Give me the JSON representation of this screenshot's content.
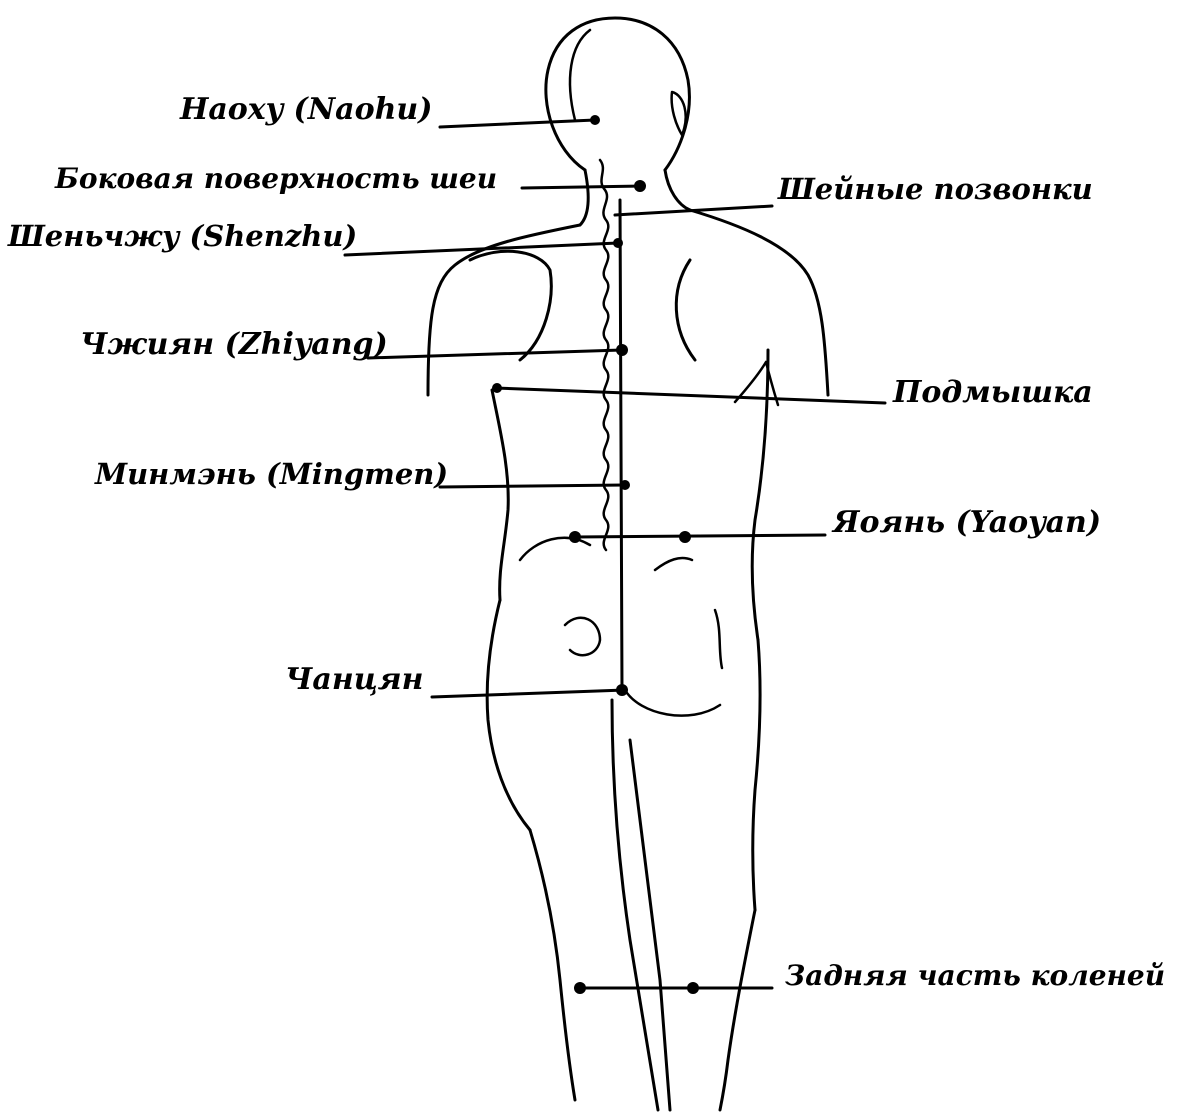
{
  "labels": {
    "naohu": "Haoxy (Naohu)",
    "neck_side": "Боковая поверхность шеи",
    "shenzhu": "Шеньчжу (Shenzhu)",
    "zhiyang": "Чжиян (Zhiyang)",
    "mingmen": "Минмэнь (Mingmen)",
    "changqiang": "Чанцян",
    "cervical": "Шейные позвонки",
    "armpit": "Подмышка",
    "yaoyan": "Яоянь (Yaoyan)",
    "knees": "Задняя часть коленей"
  }
}
